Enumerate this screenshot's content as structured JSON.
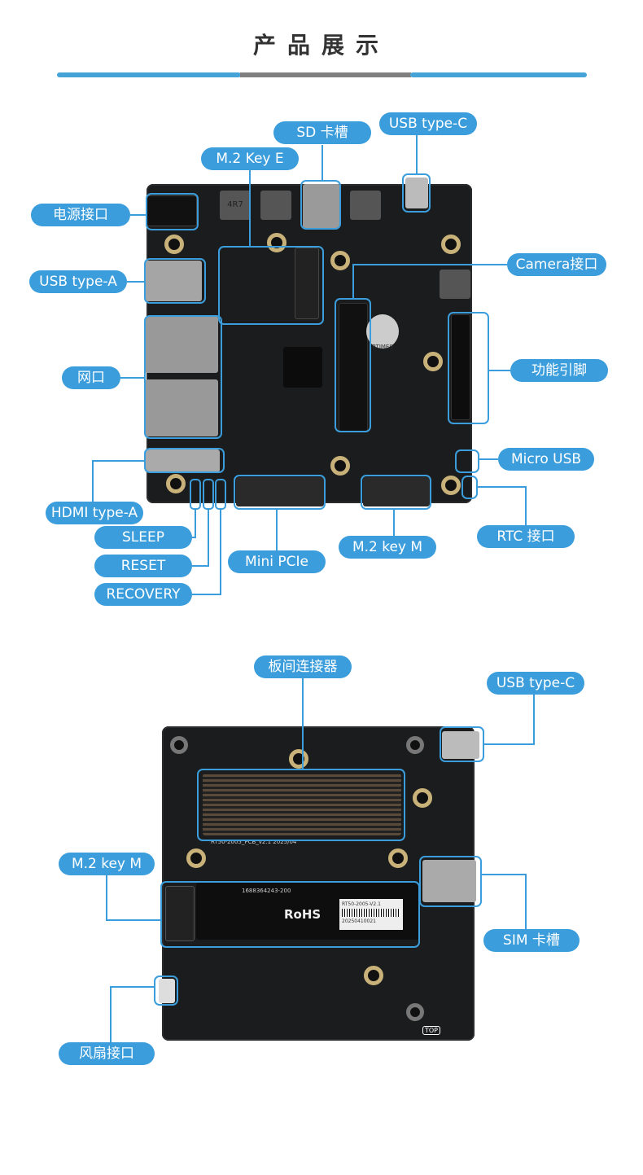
{
  "header": {
    "title": "产品展示"
  },
  "colors": {
    "accent": "#3b9ddb",
    "divider_mid": "#808080",
    "board": "#1b1c1d"
  },
  "top_view": {
    "board_marks": {
      "inductor": "4R7",
      "logo": "RTIMES"
    },
    "labels": {
      "sd_slot": "SD 卡槽",
      "usb_c": "USB type-C",
      "m2_key_e": "M.2 Key E",
      "power": "电源接口",
      "usb_a": "USB type-A",
      "camera": "Camera接口",
      "ethernet": "网口",
      "gpio": "功能引脚",
      "micro_usb": "Micro USB",
      "hdmi": "HDMI type-A",
      "sleep": "SLEEP",
      "rtc": "RTC 接口",
      "reset": "RESET",
      "mini_pcie": "Mini PCIe",
      "m2_key_m": "M.2 key M",
      "recovery": "RECOVERY"
    }
  },
  "bottom_view": {
    "board_marks": {
      "pcb": "RT50-2005_PCB_v2.1 2025/04",
      "sticker_code": "1688364243-200",
      "rohs": "RoHS",
      "sticker_label": "RT50-2005-V2.1",
      "serial": "20250410021",
      "top": "TOP"
    },
    "labels": {
      "b2b": "板间连接器",
      "usb_c": "USB type-C",
      "m2_key_m": "M.2 key M",
      "sim": "SIM 卡槽",
      "fan": "风扇接口"
    }
  }
}
